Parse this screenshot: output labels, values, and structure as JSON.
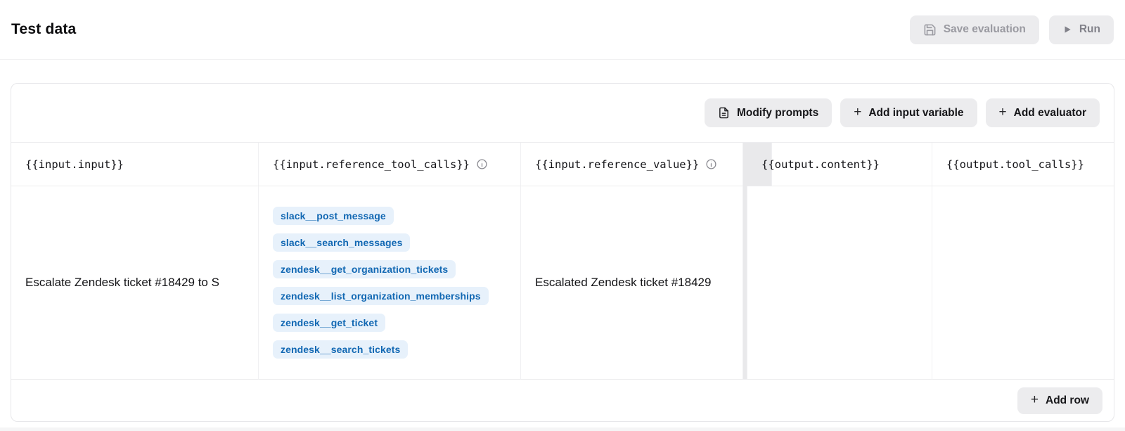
{
  "header": {
    "title": "Test data",
    "save_button_label": "Save evaluation",
    "run_button_label": "Run"
  },
  "toolbar": {
    "modify_prompts_label": "Modify prompts",
    "add_input_variable_label": "Add input variable",
    "add_evaluator_label": "Add evaluator",
    "plus_icon": "+"
  },
  "table": {
    "columns": [
      {
        "label": "{{input.input}}"
      },
      {
        "label": "{{input.reference_tool_calls}}",
        "info": "info-icon"
      },
      {
        "label": "{{input.reference_value}}",
        "info": "info-icon"
      },
      {
        "label": "{{output.content}}"
      },
      {
        "label": "{{output.tool_calls}}"
      }
    ],
    "row": {
      "input": "Escalate Zendesk ticket #18429 to S",
      "reference_tool_calls": [
        "slack__post_message",
        "slack__search_messages",
        "zendesk__get_organization_tickets",
        "zendesk__list_organization_memberships",
        "zendesk__get_ticket",
        "zendesk__search_tickets"
      ],
      "reference_value": "Escalated Zendesk ticket #18429",
      "output_content": "",
      "output_tool_calls": ""
    }
  },
  "footer": {
    "add_row_label": "Add row",
    "plus_icon": "+"
  },
  "colors": {
    "pill_bg": "#e7f1fb",
    "pill_text": "#1268b3",
    "button_bg": "#ececee",
    "disabled_text": "#9a9aa1"
  }
}
